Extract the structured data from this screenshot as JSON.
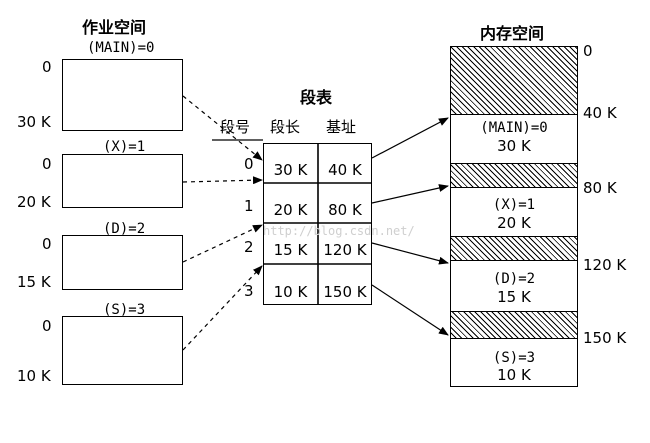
{
  "job_space": {
    "title": "作业空间",
    "segments": [
      {
        "label": "(MAIN)=0",
        "start": "0",
        "end": "30 K"
      },
      {
        "label": "(X)=1",
        "start": "0",
        "end": "20 K"
      },
      {
        "label": "(D)=2",
        "start": "0",
        "end": "15 K"
      },
      {
        "label": "(S)=3",
        "start": "0",
        "end": "10 K"
      }
    ]
  },
  "segment_table": {
    "title": "段表",
    "headers": [
      "段号",
      "段长",
      "基址"
    ],
    "rows": [
      {
        "number": "0",
        "length": "30 K",
        "base": "40 K"
      },
      {
        "number": "1",
        "length": "20 K",
        "base": "80 K"
      },
      {
        "number": "2",
        "length": "15 K",
        "base": "120 K"
      },
      {
        "number": "3",
        "length": "10 K",
        "base": "150 K"
      }
    ]
  },
  "memory_space": {
    "title": "内存空间",
    "addresses": [
      "0",
      "40 K",
      "80 K",
      "120 K",
      "150 K"
    ],
    "blocks": [
      {
        "name": "(MAIN)=0",
        "size": "30 K"
      },
      {
        "name": "(X)=1",
        "size": "20 K"
      },
      {
        "name": "(D)=2",
        "size": "15 K"
      },
      {
        "name": "(S)=3",
        "size": "10 K"
      }
    ]
  },
  "watermark": "http://blog.csdn.net/"
}
